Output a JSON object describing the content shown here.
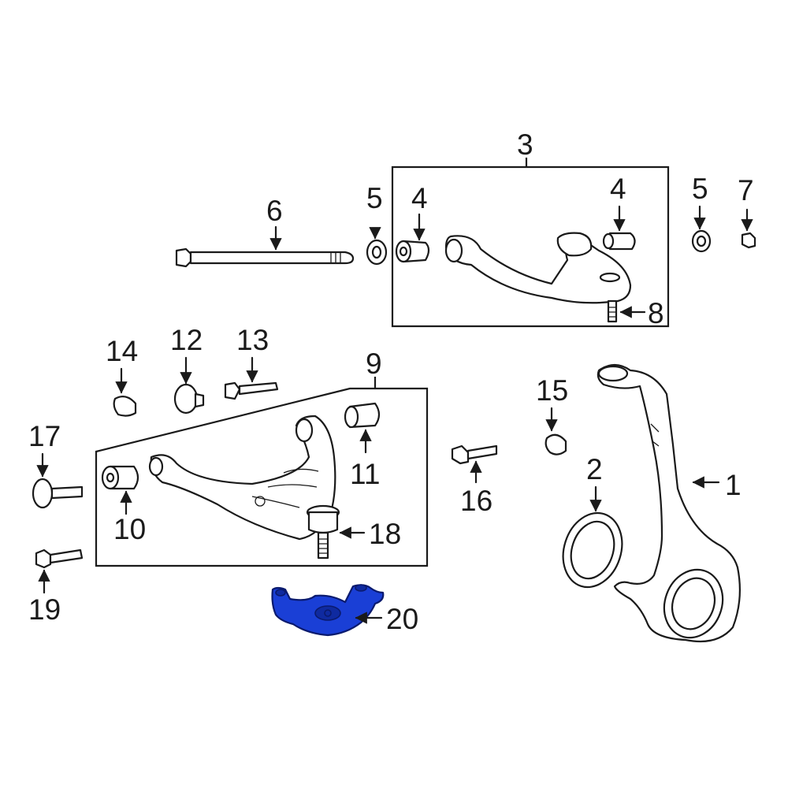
{
  "diagram": {
    "callouts": [
      {
        "id": "c1",
        "label": "1"
      },
      {
        "id": "c2",
        "label": "2"
      },
      {
        "id": "c3",
        "label": "3"
      },
      {
        "id": "c4a",
        "label": "4"
      },
      {
        "id": "c4b",
        "label": "4"
      },
      {
        "id": "c5a",
        "label": "5"
      },
      {
        "id": "c5b",
        "label": "5"
      },
      {
        "id": "c6",
        "label": "6"
      },
      {
        "id": "c7",
        "label": "7"
      },
      {
        "id": "c8",
        "label": "8"
      },
      {
        "id": "c9",
        "label": "9"
      },
      {
        "id": "c10",
        "label": "10"
      },
      {
        "id": "c11",
        "label": "11"
      },
      {
        "id": "c12",
        "label": "12"
      },
      {
        "id": "c13",
        "label": "13"
      },
      {
        "id": "c14",
        "label": "14"
      },
      {
        "id": "c15",
        "label": "15"
      },
      {
        "id": "c16",
        "label": "16"
      },
      {
        "id": "c17",
        "label": "17"
      },
      {
        "id": "c18",
        "label": "18"
      },
      {
        "id": "c19",
        "label": "19"
      },
      {
        "id": "c20",
        "label": "20"
      }
    ],
    "highlighted_part": "20",
    "colors": {
      "line": "#1a1a1a",
      "highlight": "#1a3fd6",
      "background": "#ffffff"
    }
  }
}
